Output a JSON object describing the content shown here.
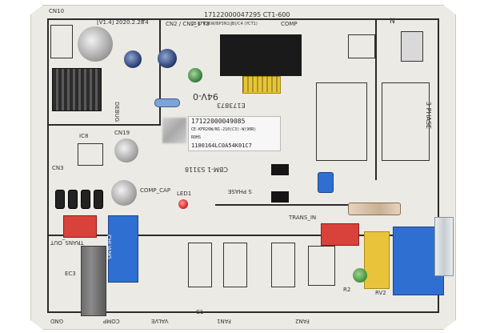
{
  "silkscreen": {
    "cn_top_left": "CN10",
    "version": "[V1.4] 2020.2.28",
    "t4": "T4",
    "cn_t3": "CN2 / CN2_1 T3",
    "part_top": "17122000047295 CT1-600",
    "part_top2": "CE-KFR26W/BP3N1(JB)/C4  (YCT1)",
    "comp": "COMP",
    "n_label": "N",
    "three_phase": "3 PHASE",
    "debug": "DEBUG",
    "cert": "E173873",
    "rating": "94V-0",
    "cn_mid_left": "CN19",
    "ic_left": "IC8",
    "board_code": "CBM-1 S3118",
    "cn_bottom_left": "CN3",
    "trans_out": "TRANS_OUT",
    "comp_cap": "COMP_CAP",
    "led": "LED1",
    "s_phase": "S PHASE",
    "trans_in": "TRANS_IN",
    "rv2": "RV2",
    "ec3": "EC3",
    "gnd": "GND",
    "comp_bottom": "COMP",
    "valve": "VALVE",
    "fan1": "FAN1",
    "fan2": "FAN2",
    "r2": "R2",
    "c1": "C1"
  },
  "label_sticker": {
    "serial": "17122000049085",
    "model": "CE-KFR26W/N1-210(C3)-W(90R)",
    "rohs": "ROHS",
    "code": "1100164LC0A54K01C7"
  },
  "relay_text": "CHUANG",
  "colors": {
    "board": "#eceae4",
    "silkscreen": "#2b2b2b",
    "relay_blue": "#2f6fd1",
    "connector_red": "#d8423a",
    "cap_yellow": "#e9c43a",
    "cap_green": "#3f8f3a",
    "transformer_black": "#1a1a1a",
    "transformer_yellow": "#e7c535"
  }
}
